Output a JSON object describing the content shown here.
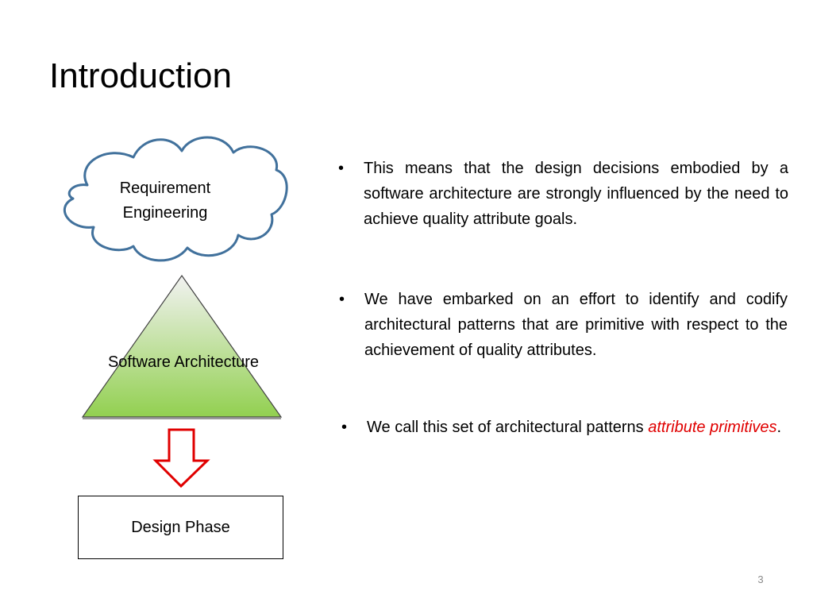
{
  "slide": {
    "title": "Introduction",
    "page_number": "3"
  },
  "diagram": {
    "cloud_line1": "Requirement",
    "cloud_line2": "Engineering",
    "triangle_label": "Software Architecture",
    "box_label": "Design Phase",
    "colors": {
      "cloud_stroke": "#41719c",
      "triangle_top": "#f2f2f2",
      "triangle_bottom": "#92d050",
      "arrow_stroke": "#e00000"
    }
  },
  "bullets": [
    {
      "text": "This means that the design decisions embodied by a software architecture are strongly influenced by the need to achieve quality attribute goals."
    },
    {
      "text": "We have embarked on an effort to identify and codify architectural patterns that are primitive with respect to the achievement of quality attributes."
    },
    {
      "prefix": "We call this set of architectural patterns ",
      "emphasis": "attribute primitives",
      "suffix": "."
    }
  ]
}
